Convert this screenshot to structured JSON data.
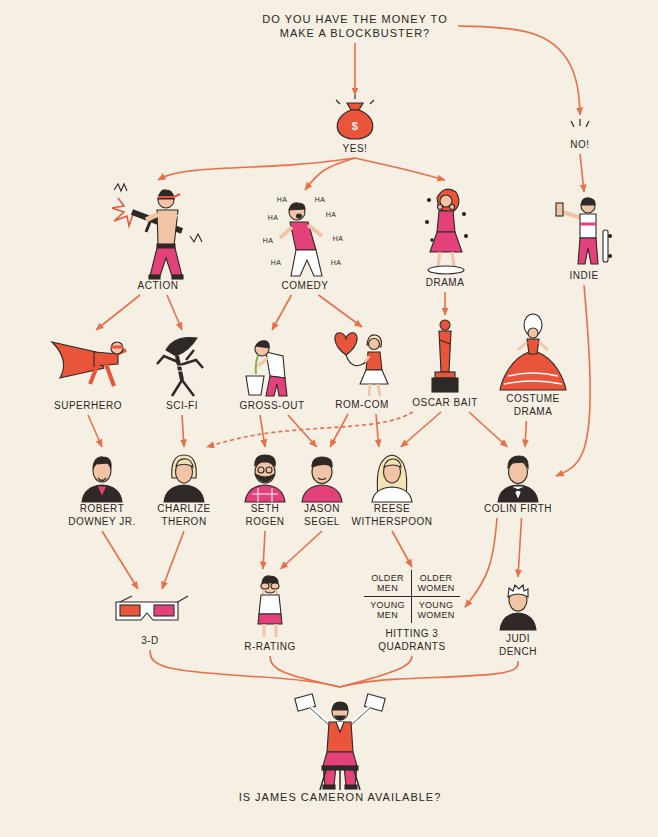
{
  "diagram": {
    "nodes": [
      {
        "text": [
          "DO YOU HAVE THE MONEY TO MAKE A BLOCKBUSTER?"
        ]
      },
      {
        "text": [
          "YES!"
        ]
      },
      {
        "text": [
          "NO!"
        ]
      },
      {
        "text": [
          "ACTION"
        ]
      },
      {
        "text": [
          "COMEDY"
        ]
      },
      {
        "text": [
          "DRAMA"
        ]
      },
      {
        "text": [
          "INDIE"
        ]
      },
      {
        "text": [
          "SUPERHERO"
        ]
      },
      {
        "text": [
          "SCI-FI"
        ]
      },
      {
        "text": [
          "GROSS-OUT"
        ]
      },
      {
        "text": [
          "ROM-COM"
        ]
      },
      {
        "text": [
          "OSCAR BAIT"
        ]
      },
      {
        "text": [
          "COSTUME DRAMA"
        ]
      },
      {
        "text": [
          "ROBERT DOWNEY JR."
        ]
      },
      {
        "text": [
          "CHARLIZE THERON"
        ]
      },
      {
        "text": [
          "SETH ROGEN"
        ]
      },
      {
        "text": [
          "JASON SEGEL"
        ]
      },
      {
        "text": [
          "REESE WITHERSPOON"
        ]
      },
      {
        "text": [
          "COLIN FIRTH"
        ]
      },
      {
        "text": [
          "3-D"
        ]
      },
      {
        "text": [
          "R-RATING"
        ]
      },
      {
        "text": [
          "OLDER MEN",
          "OLDER WOMEN",
          "YOUNG MEN",
          "YOUNG WOMEN",
          "HITTING 3 QUADRANTS"
        ]
      },
      {
        "text": [
          "JUDI DENCH"
        ]
      },
      {
        "text": [
          "IS JAMES CAMERON AVAILABLE?"
        ]
      }
    ],
    "edges": [
      {
        "from": 0,
        "to": 1,
        "arrow": "to"
      },
      {
        "from": 0,
        "to": 2,
        "arrow": "to"
      },
      {
        "from": 1,
        "to": 3,
        "arrow": "to"
      },
      {
        "from": 1,
        "to": 4,
        "arrow": "to"
      },
      {
        "from": 1,
        "to": 5,
        "arrow": "to"
      },
      {
        "from": 2,
        "to": 6,
        "arrow": "to"
      },
      {
        "from": 3,
        "to": 7,
        "arrow": "to"
      },
      {
        "from": 3,
        "to": 8,
        "arrow": "to"
      },
      {
        "from": 4,
        "to": 9,
        "arrow": "to"
      },
      {
        "from": 4,
        "to": 10,
        "arrow": "to"
      },
      {
        "from": 5,
        "to": 11,
        "arrow": "to"
      },
      {
        "from": 7,
        "to": 13,
        "arrow": "to"
      },
      {
        "from": 8,
        "to": 14,
        "arrow": "to"
      },
      {
        "from": 9,
        "to": 15,
        "arrow": "to"
      },
      {
        "from": 9,
        "to": 16,
        "arrow": "to"
      },
      {
        "from": 10,
        "to": 16,
        "arrow": "to"
      },
      {
        "from": 10,
        "to": 17,
        "arrow": "to"
      },
      {
        "from": 11,
        "to": 14,
        "arrow": "to"
      },
      {
        "from": 11,
        "to": 17,
        "arrow": "to"
      },
      {
        "from": 11,
        "to": 18,
        "arrow": "to"
      },
      {
        "from": 12,
        "to": 18,
        "arrow": "to"
      },
      {
        "from": 6,
        "to": 18,
        "arrow": "to"
      },
      {
        "from": 13,
        "to": 19,
        "arrow": "to"
      },
      {
        "from": 14,
        "to": 19,
        "arrow": "to"
      },
      {
        "from": 15,
        "to": 20,
        "arrow": "to"
      },
      {
        "from": 16,
        "to": 20,
        "arrow": "to"
      },
      {
        "from": 17,
        "to": 21,
        "arrow": "to"
      },
      {
        "from": 18,
        "to": 21,
        "arrow": "to"
      },
      {
        "from": 18,
        "to": 22,
        "arrow": "to"
      },
      {
        "from": 19,
        "to": 23,
        "arrow": "none"
      },
      {
        "from": 20,
        "to": 23,
        "arrow": "none"
      },
      {
        "from": 21,
        "to": 23,
        "arrow": "none"
      },
      {
        "from": 22,
        "to": 23,
        "arrow": "none"
      }
    ],
    "labels": [
      "$",
      "HA",
      "HA",
      "HA",
      "HA",
      "HA",
      "HA",
      "HA",
      "HA"
    ]
  }
}
